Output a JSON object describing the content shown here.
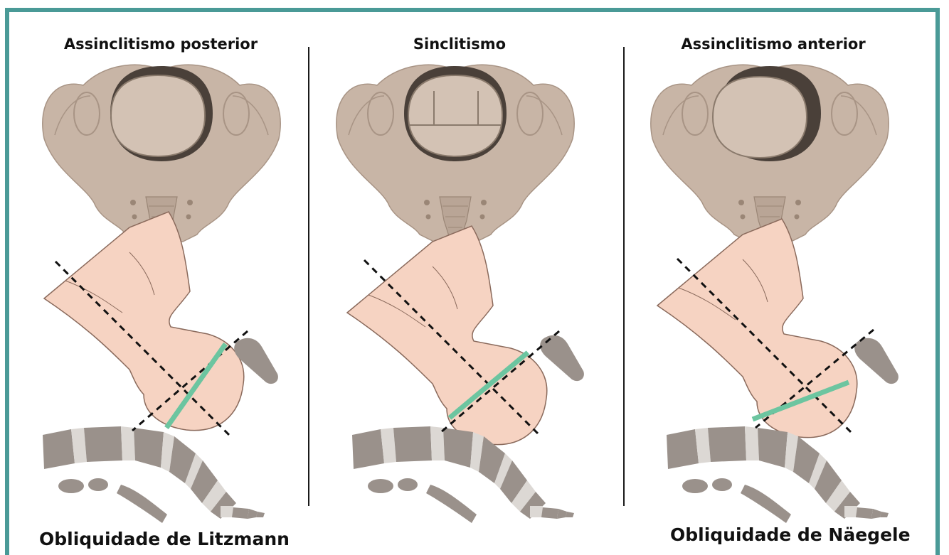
{
  "panels": [
    {
      "title": "Assinclitismo posterior"
    },
    {
      "title": "Sinclitismo"
    },
    {
      "title": "Assinclitismo anterior"
    }
  ],
  "captions": {
    "left": "Obliquidade de Litzmann",
    "right": "Obliquidade de Näegele"
  },
  "colors": {
    "frame": "#4a9a97",
    "pelvis_bone": "#c8b5a6",
    "pelvis_dark": "#4a4039",
    "fetal_skin": "#f6d3c2",
    "spine_bone": "#9a918b",
    "spine_disc": "#dcd8d4",
    "sinciput_line": "#6cc5a0",
    "axis_line": "#111111"
  }
}
